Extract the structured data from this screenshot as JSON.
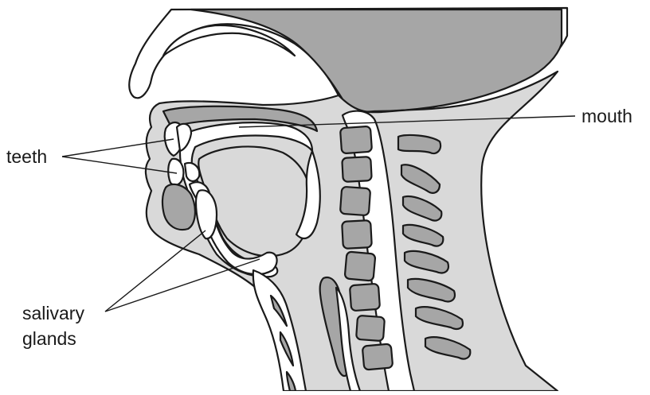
{
  "labels": {
    "mouth": "mouth",
    "teeth": "teeth",
    "salivary_line1": "salivary",
    "salivary_line2": "glands"
  },
  "colors": {
    "tissue": "#d9d9d9",
    "structure": "#a6a6a6",
    "outline": "#1a1a1a",
    "background": "#ffffff"
  }
}
